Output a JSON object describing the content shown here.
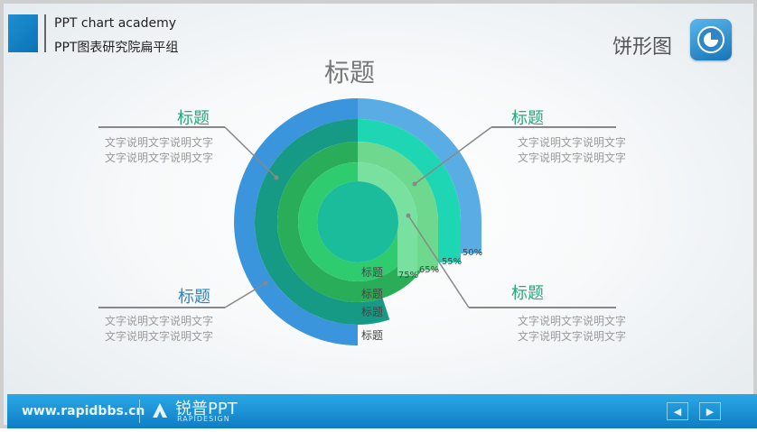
{
  "header": {
    "line1": "PPT chart academy",
    "line2": "PPT图表研究院扁平组",
    "chart_type_label": "饼形图"
  },
  "chart_data": {
    "type": "pie",
    "title": "标题",
    "series": [
      {
        "name": "标题",
        "value": 50,
        "label": "50%",
        "color": "#3a95dc",
        "light_color": "#5aade4"
      },
      {
        "name": "标题",
        "value": 55,
        "label": "55%",
        "color": "#169a86",
        "light_color": "#1fd6b4"
      },
      {
        "name": "标题",
        "value": 65,
        "label": "65%",
        "color": "#2aad58",
        "light_color": "#6ed98e"
      },
      {
        "name": "标题",
        "value": 75,
        "label": "75%",
        "color": "#2fcc6f",
        "light_color": "#78e1a0"
      }
    ],
    "center_color": "#1abc9c"
  },
  "callouts": [
    {
      "title": "标题",
      "text1": "文字说明文字说明文字",
      "text2": "文字说明文字说明文字",
      "title_color": "#2aa87a"
    },
    {
      "title": "标题",
      "text1": "文字说明文字说明文字",
      "text2": "文字说明文字说明文字",
      "title_color": "#2aa87a"
    },
    {
      "title": "标题",
      "text1": "文字说明文字说明文字",
      "text2": "文字说明文字说明文字",
      "title_color": "#2a86c8"
    },
    {
      "title": "标题",
      "text1": "文字说明文字说明文字",
      "text2": "文字说明文字说明文字",
      "title_color": "#2aa87a"
    }
  ],
  "footer": {
    "site": "www.rapidbbs.cn",
    "brand": "锐普PPT",
    "brand_sub": "RAPIDESIGN"
  }
}
